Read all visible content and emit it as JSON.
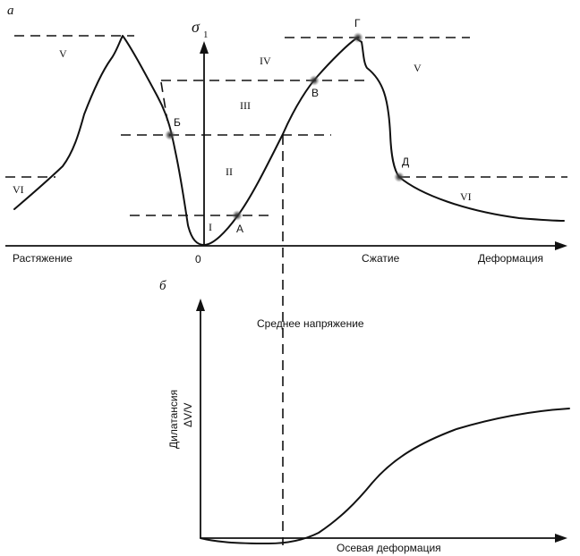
{
  "panel_a": {
    "label": "а",
    "y_axis_symbol": "σ",
    "y_axis_subscript": "1",
    "x_left_label": "Растяжение",
    "origin_label": "0",
    "x_mid_label": "Сжатие",
    "x_right_label": "Деформация",
    "zones": {
      "v_left": "V",
      "iv": "IV",
      "v_right": "V",
      "iii": "III",
      "ii": "II",
      "i": "I",
      "vi_left": "VI",
      "vi_right": "VI"
    },
    "points": {
      "a": "А",
      "b": "Б",
      "v": "В",
      "g": "Г",
      "d": "Д"
    }
  },
  "panel_b": {
    "label": "б",
    "mean_stress_label": "Среднее напряжение",
    "y_axis_label": "Дилатансия",
    "y_axis_formula": "ΔV/V",
    "x_axis_label": "Осевая деформация"
  },
  "colors": {
    "ink": "#111111",
    "point_glow": "#555555",
    "background": "#ffffff"
  }
}
